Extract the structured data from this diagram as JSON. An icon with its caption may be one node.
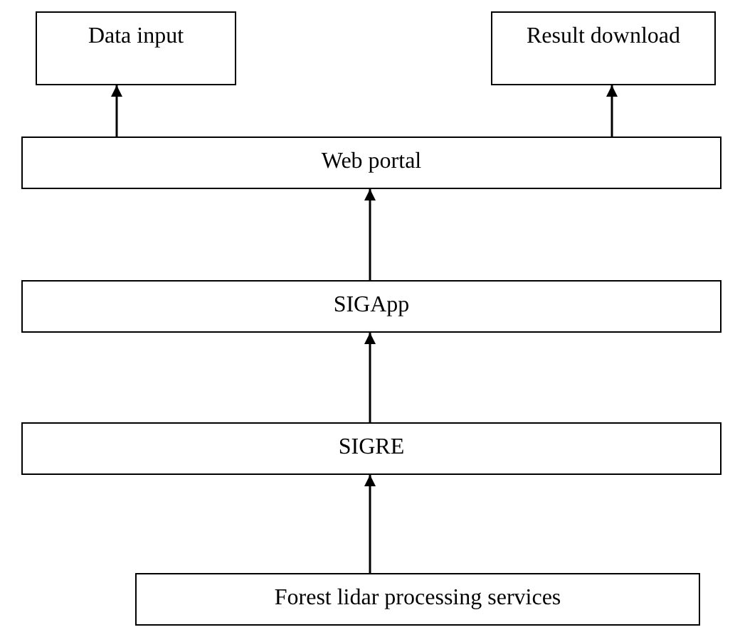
{
  "diagram": {
    "nodes": [
      {
        "text": [
          "Data input"
        ]
      },
      {
        "text": [
          "Result download"
        ]
      },
      {
        "text": [
          "Web portal"
        ]
      },
      {
        "text": [
          "SIGApp"
        ]
      },
      {
        "text": [
          "SIGRE"
        ]
      },
      {
        "text": [
          "Forest lidar processing services"
        ]
      }
    ],
    "edges": [
      {
        "from": 2,
        "to": 0,
        "arrow": "to"
      },
      {
        "from": 2,
        "to": 1,
        "arrow": "to"
      },
      {
        "from": 3,
        "to": 2,
        "arrow": "to"
      },
      {
        "from": 4,
        "to": 3,
        "arrow": "to"
      },
      {
        "from": 5,
        "to": 4,
        "arrow": "to"
      }
    ]
  }
}
